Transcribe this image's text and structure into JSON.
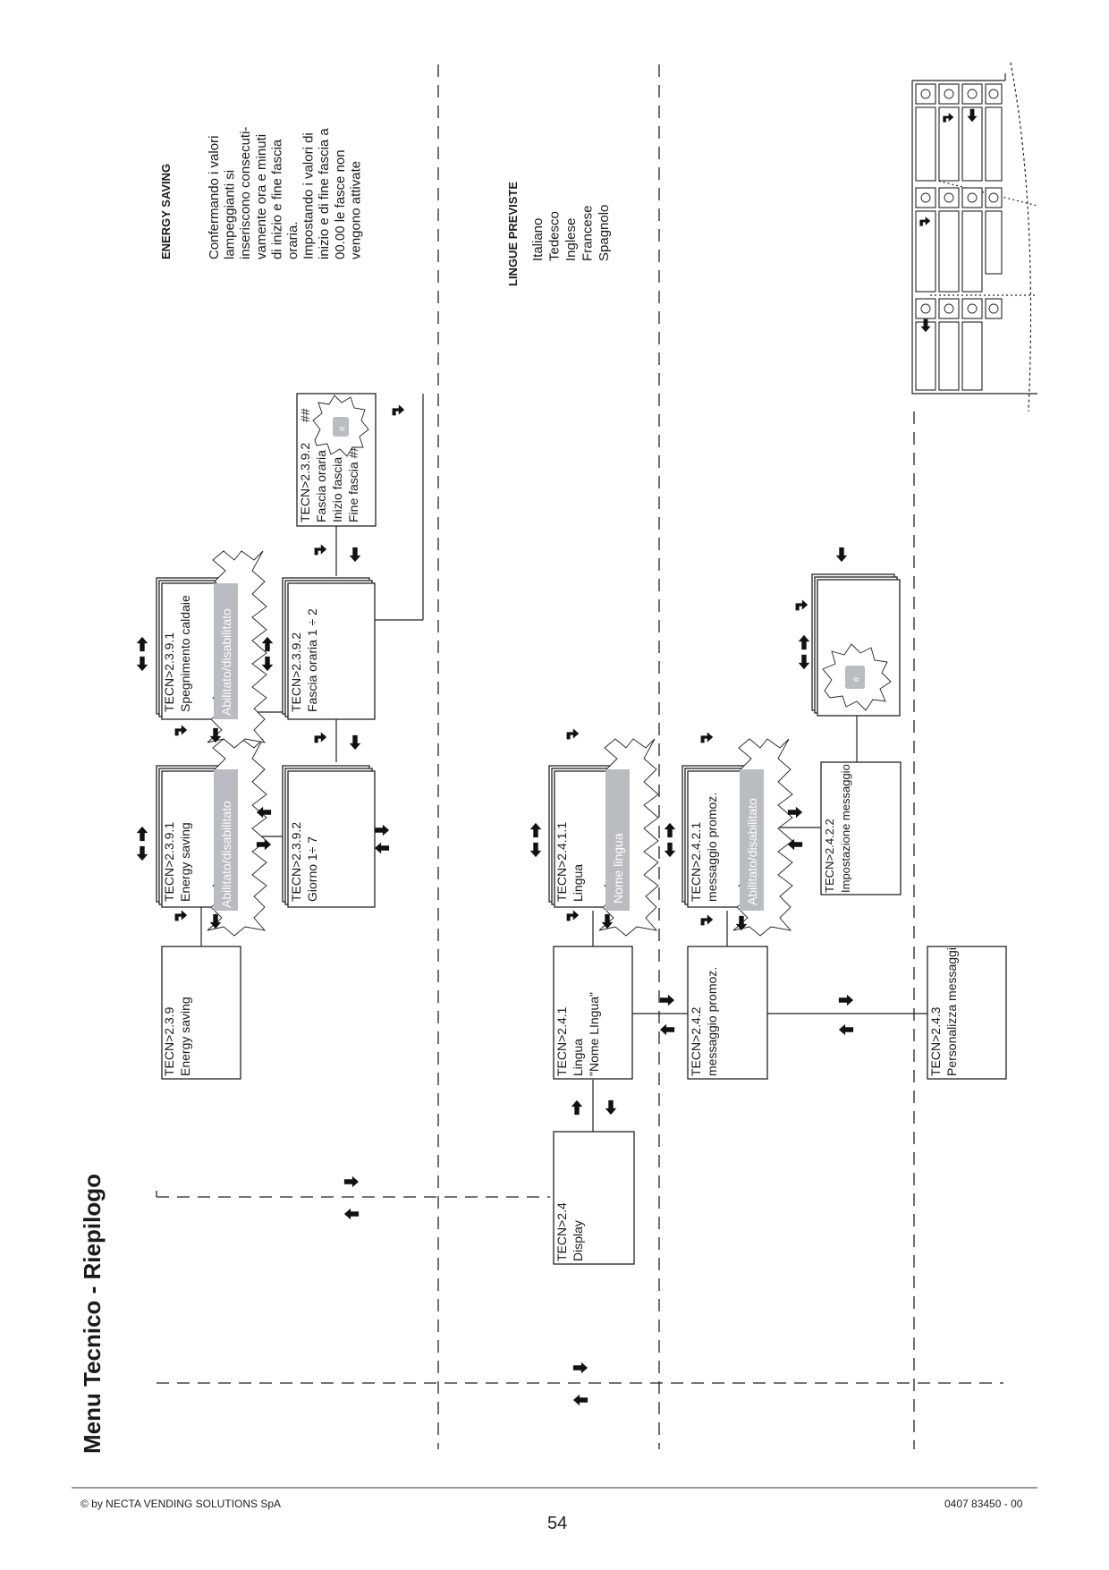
{
  "page": {
    "title": "Menu  Tecnico  - Riepilogo",
    "copyright": "© by NECTA VENDING SOLUTIONS SpA",
    "page_number": "54",
    "doc_code": "0407 83450 - 00"
  },
  "notes": {
    "energy": {
      "title": "ENERGY SAVING",
      "lines": [
        "Confermando i valori",
        "lampeggianti si",
        "inseriscono consecuti-",
        "vamente  ora e minuti",
        "di inizio e fine fascia",
        "oraria.",
        "Impostando i valori di",
        "inizio e di fine fascia a",
        "00.00 le fasce non",
        "vengono attivate"
      ]
    },
    "lingue": {
      "title": "LINGUE PREVISTE",
      "lines": [
        "Italiano",
        "Tedesco",
        "Inglese",
        "Francese",
        "Spagnolo"
      ]
    }
  },
  "boxes": {
    "b239": {
      "code": "TECN>2.3.9",
      "l1": "Energy saving"
    },
    "b2391a": {
      "code": "TECN>2.3.9.1",
      "l1": "Energy saving",
      "hl": "Abilitato/disabilitato"
    },
    "b2391b": {
      "code": "TECN>2.3.9.1",
      "l1": "Spegnimento caldaie",
      "hl": "Abilitato/disabilitato"
    },
    "b2392a": {
      "code": "TECN>2.3.9.2",
      "l1": "Giorno   1÷ 7"
    },
    "b2392b": {
      "code": "TECN>2.3.9.2",
      "l1": "Fascia oraria  1 ÷ 2"
    },
    "b2392c": {
      "code": "TECN>2.3.9.2",
      "l1": "Fascia oraria",
      "l2": "Inizio  fascia",
      "l3": "Fine fascia ##",
      "l2v": "##",
      "burst": "#"
    },
    "b24": {
      "code": "TECN>2.4",
      "l1": "Display"
    },
    "b241": {
      "code": "TECN>2.4.1",
      "l1": "Lingua",
      "l2": "\"Nome LIngua\""
    },
    "b2411": {
      "code": "TECN>2.4.1.1",
      "l1": "Lingua",
      "hl": "Nome lingua"
    },
    "b242": {
      "code": "TECN>2.4.2",
      "l1": "messaggio promoz."
    },
    "b2421": {
      "code": "TECN>2.4.2.1",
      "l1": "messaggio promoz.",
      "hl": "Abilitato/disabilitato"
    },
    "b2422": {
      "code": "TECN>2.4.2.2",
      "l1": "Impostazione messaggio"
    },
    "bmsg": {
      "burst": "#"
    },
    "b243": {
      "code": "TECN>2.4.3",
      "l1": "Personalizza messaggi"
    }
  }
}
